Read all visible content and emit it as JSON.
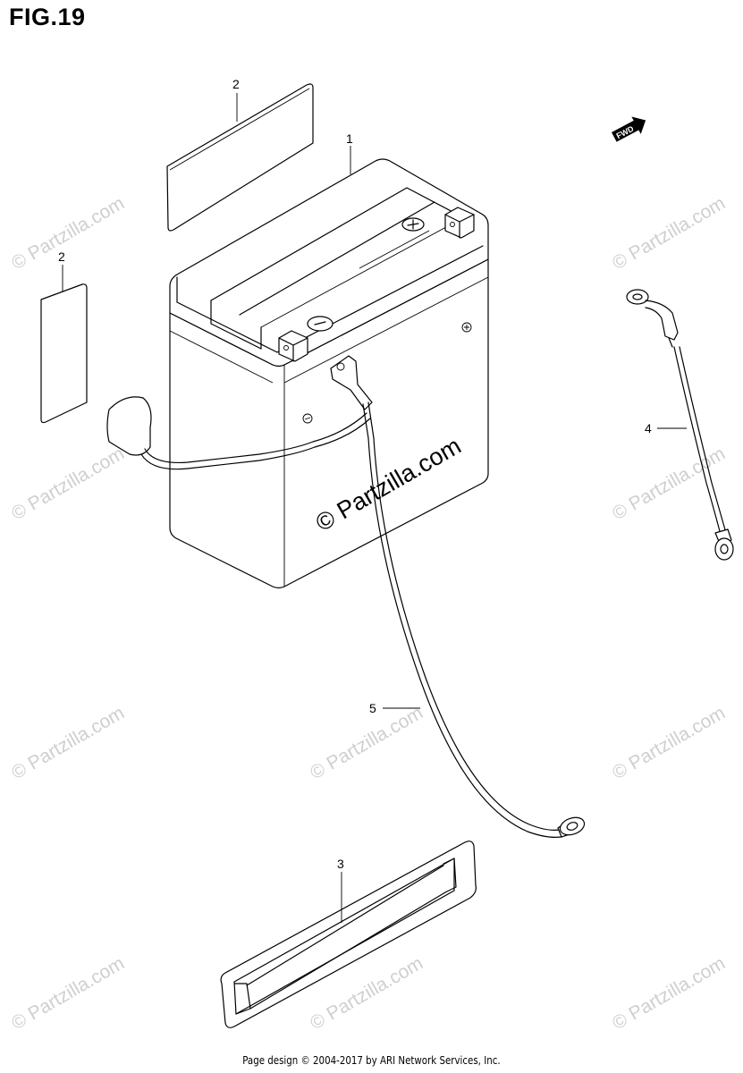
{
  "figure": {
    "title": "FIG.19",
    "fwd_label": "FWD"
  },
  "callouts": [
    "1",
    "2",
    "2",
    "3",
    "4",
    "5"
  ],
  "watermark": {
    "text": "© Partzilla.com",
    "center_text": "© Partzilla.com",
    "color": "#cfcfcf"
  },
  "footer": {
    "text": "Page design © 2004-2017 by ARI Network Services, Inc."
  }
}
